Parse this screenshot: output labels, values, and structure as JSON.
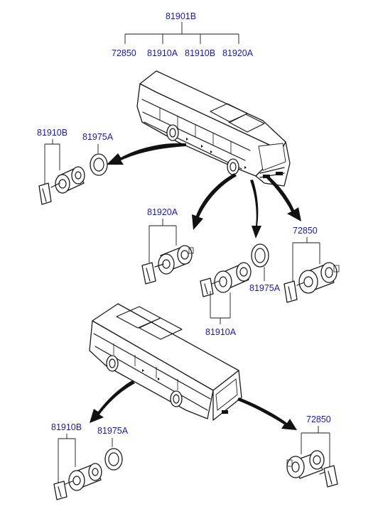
{
  "diagram": {
    "assembly": "81901B",
    "assembly_parts": [
      "72850",
      "81910A",
      "81910B",
      "81920A"
    ],
    "callouts": {
      "group1_key_lock": "81910B",
      "group1_ring": "81975A",
      "group2_key_lock": "81920A",
      "group2_ring": "81975A",
      "group2_key_lock_lower": "81910A",
      "group2_right_lock": "72850",
      "group3_key_lock": "81910B",
      "group3_ring": "81975A",
      "group3_right_lock": "72850"
    }
  }
}
